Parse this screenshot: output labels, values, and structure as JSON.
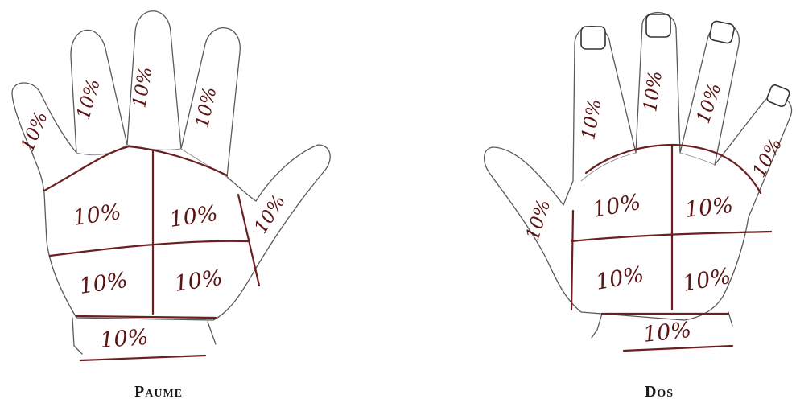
{
  "figure": {
    "left_hand": {
      "caption": "Paume",
      "labels": {
        "little_finger": "10%",
        "ring_finger": "10%",
        "middle_finger": "10%",
        "index_finger": "10%",
        "thumb": "10%",
        "palm_upper_left": "10%",
        "palm_upper_right": "10%",
        "palm_lower_left": "10%",
        "palm_lower_right": "10%",
        "wrist": "10%"
      }
    },
    "right_hand": {
      "caption": "Dos",
      "labels": {
        "thumb": "10%",
        "index_finger": "10%",
        "middle_finger": "10%",
        "ring_finger": "10%",
        "little_finger": "10%",
        "back_upper_left": "10%",
        "back_upper_right": "10%",
        "back_lower_left": "10%",
        "back_lower_right": "10%",
        "wrist": "10%"
      }
    },
    "colors": {
      "ink": "#5c1414",
      "grid_lines": "#6b1f1f",
      "outline": "#5a5a5a"
    }
  }
}
